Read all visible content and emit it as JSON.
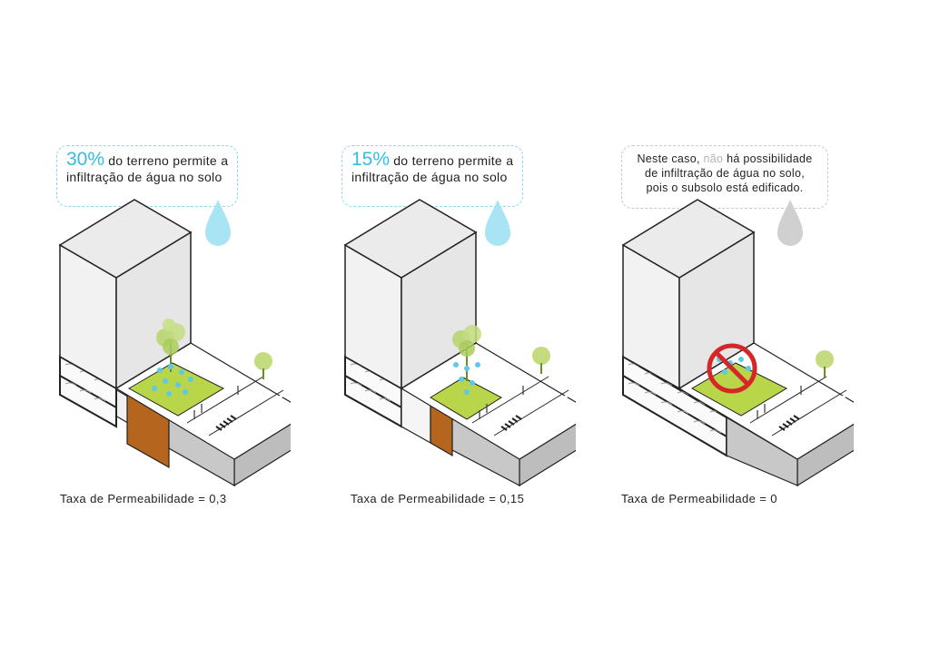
{
  "colors": {
    "water": "#5cc9ea",
    "drop_blue": "#a9e4f5",
    "drop_grey": "#d0d0d0",
    "grass": "#b9d64a",
    "soil": "#b5651d",
    "building": "#e6e6e6",
    "prohibited": "#d62728"
  },
  "panels": [
    {
      "callout": {
        "percent": "30%",
        "line1_rest": " do terreno permite a",
        "line2": "infiltração de água no solo"
      },
      "drop_icon": "water-drop-blue",
      "permeable": true,
      "caption": "Taxa de Permeabilidade = 0,3"
    },
    {
      "callout": {
        "percent": "15%",
        "line1_rest": " do terreno permite a",
        "line2": "infiltração de água no solo"
      },
      "drop_icon": "water-drop-blue",
      "permeable": true,
      "caption": "Taxa de Permeabilidade = 0,15"
    },
    {
      "callout": {
        "line1_pre": "Neste caso, ",
        "line1_neg": "não",
        "line1_post": " há possibilidade",
        "line2": "de infiltração de água no solo,",
        "line3": "pois o subsolo está edificado."
      },
      "drop_icon": "water-drop-grey",
      "permeable": false,
      "prohibited_icon": "no-entry-icon",
      "caption": "Taxa de Permeabilidade = 0"
    }
  ]
}
